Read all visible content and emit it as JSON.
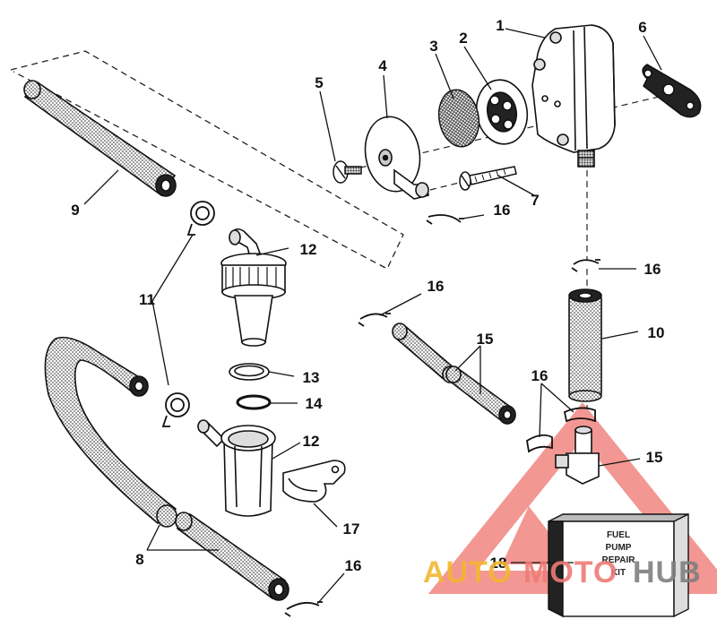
{
  "callouts": {
    "c1": "1",
    "c2": "2",
    "c3": "3",
    "c4": "4",
    "c5": "5",
    "c6": "6",
    "c7": "7",
    "c8": "8",
    "c9": "9",
    "c10": "10",
    "c11": "11",
    "c12a": "12",
    "c12b": "12",
    "c13": "13",
    "c14": "14",
    "c15a": "15",
    "c15b": "15",
    "c16a": "16",
    "c16b": "16",
    "c16c": "16",
    "c16d": "16",
    "c16e": "16",
    "c17": "17",
    "c18": "18"
  },
  "kit_box": {
    "line1": "FUEL",
    "line2": "PUMP",
    "line3": "REPAIR",
    "line4": "KIT"
  },
  "watermark": {
    "part1": "AUTO",
    "part2": "MOTO",
    "part3": "HUB",
    "colors": {
      "auto": "#f2b632",
      "moto": "#ee7b76",
      "hub": "#7f7f7f",
      "triangle": "#f08580"
    }
  }
}
